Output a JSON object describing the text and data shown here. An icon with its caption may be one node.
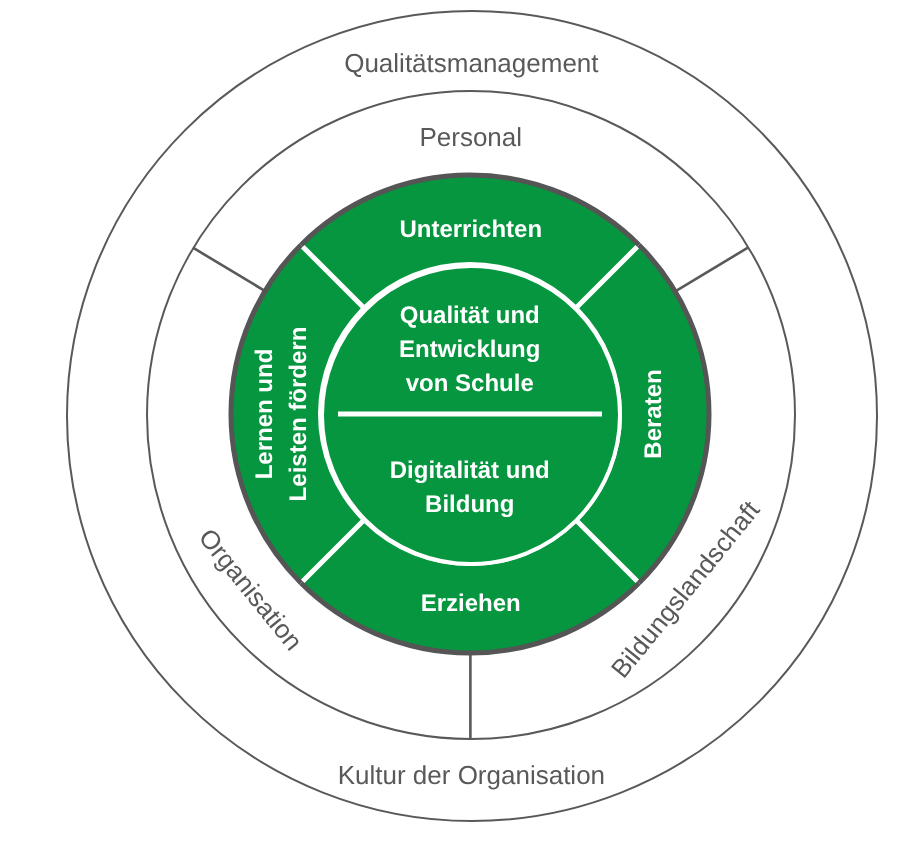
{
  "diagram": {
    "nodes": [
      {
        "text": [
          "Qualitätsmanagement",
          "Kultur der Organisation"
        ]
      },
      {
        "text": [
          "Personal",
          "Organisation",
          "Bildungslandschaft"
        ],
        "in": 0
      },
      {
        "text": [
          "Unterrichten"
        ],
        "in": 1
      },
      {
        "text": [
          "Lernen und Leisten fördern"
        ],
        "in": 1
      },
      {
        "text": [
          "Qualität und Entwicklung von Schule",
          "Digitalität und Bildung"
        ],
        "in": 1
      },
      {
        "text": [
          "Beraten"
        ],
        "in": 1
      },
      {
        "text": [
          "Erziehen"
        ],
        "in": 1
      }
    ]
  }
}
